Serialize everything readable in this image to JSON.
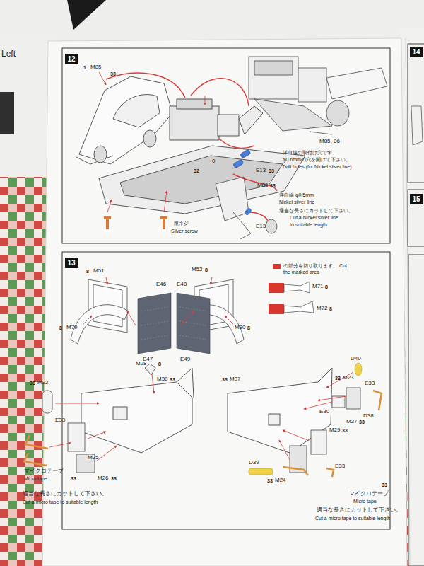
{
  "diagram": {
    "nodes": [
      {
        "text": [
          "12"
        ]
      },
      {
        "text": [
          "13"
        ]
      },
      {
        "text": [
          "14"
        ]
      },
      {
        "text": [
          "15"
        ]
      }
    ],
    "labels": [
      "Left",
      "1",
      "M85",
      "33",
      "E13",
      "33",
      "M85, 86",
      "洋白線の取付け穴です。",
      "φ0.6mmの穴を開けて下さい。",
      "Drill holes (for Nickel silver line)",
      "M86",
      "33",
      "洋白線 φ0.5mm",
      "Nickel silver line",
      "適当な長さにカットして下さい。",
      "Cut a Nickel silver line",
      "to suitable length",
      "0",
      "32",
      "E13",
      "銀ネジ",
      "Silver screw",
      "8",
      "M51",
      "M52",
      "8",
      "E46",
      "E48",
      "E47",
      "E49",
      "8",
      "M79",
      "M80",
      "8",
      "M71",
      "8",
      "M72",
      "8",
      "M28",
      "8",
      "M38",
      "33",
      "33",
      "M37",
      "33",
      "M22",
      "E33",
      "M25",
      "33",
      "M26",
      "33",
      "マイクロテープ",
      "Micro tape",
      "適当な長さにカットして下さい。",
      "Cut a micro tape to suitable length",
      "D40",
      "33",
      "M23",
      "E33",
      "E30",
      "D38",
      "M27",
      "33",
      "M29",
      "33",
      "D39",
      "E33",
      "33",
      "M24",
      "33",
      "マイクロテープ",
      "Micro tape",
      "適当な長さにカットして下さい。",
      "Cut a micro tape to suitable length"
    ],
    "legend": [
      {
        "text": "の部分を切り取ります。 Cut the marked area",
        "color": "#d9362e"
      }
    ]
  }
}
